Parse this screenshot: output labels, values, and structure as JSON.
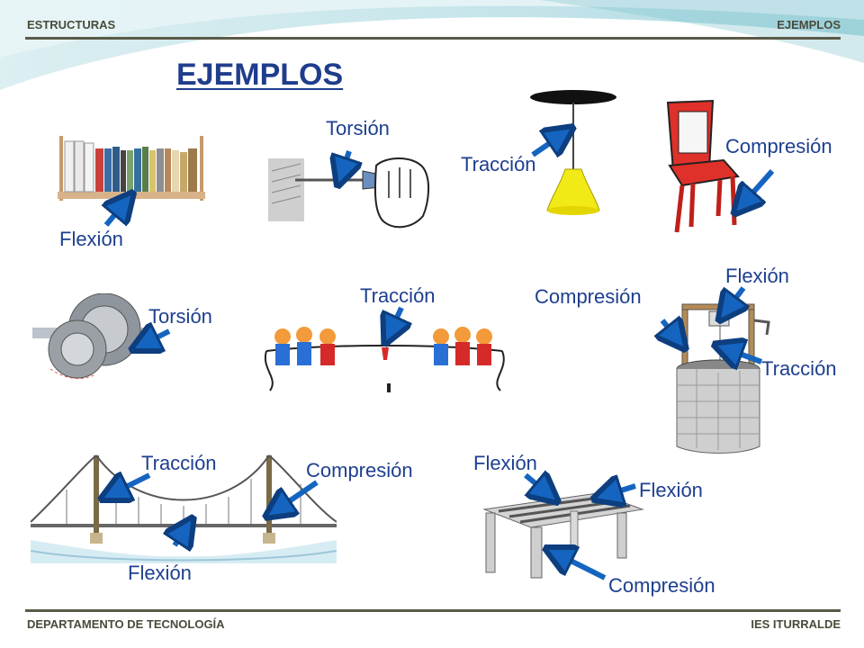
{
  "header": {
    "left": "ESTRUCTURAS",
    "right": "EJEMPLOS"
  },
  "title": "EJEMPLOS",
  "footer": {
    "left": "DEPARTAMENTO DE TECNOLOGÍA",
    "right": "IES ITURRALDE"
  },
  "labels": {
    "torsion_screwdriver": "Torsión",
    "traccion_lamp": "Tracción",
    "compresion_chair": "Compresión",
    "flexion_shelf": "Flexión",
    "flexion_well": "Flexión",
    "traccion_rope": "Tracción",
    "compresion_well": "Compresión",
    "torsion_gears": "Torsión",
    "traccion_well": "Tracción",
    "traccion_bridge": "Tracción",
    "compresion_bridge": "Compresión",
    "flexion_frame_top": "Flexión",
    "flexion_frame_right": "Flexión",
    "flexion_bridge": "Flexión",
    "compresion_frame": "Compresión"
  },
  "colors": {
    "label": "#1e3f8f",
    "arrow": "#1565c0",
    "title": "#1f3d8c",
    "header_text": "#4a4a3a"
  },
  "icons": [
    "bookshelf-image",
    "screwdriver-hand-image",
    "ceiling-lamp-image",
    "red-chair-image",
    "gears-image",
    "tug-of-war-image",
    "water-well-image",
    "suspension-bridge-image",
    "table-frame-image"
  ]
}
